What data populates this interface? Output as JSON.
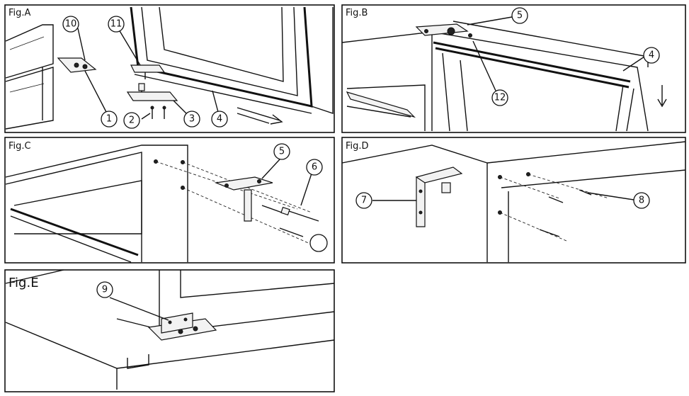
{
  "figures": {
    "a": {
      "label": "Fig.A",
      "callouts": [
        "10",
        "11",
        "1",
        "2",
        "3",
        "4"
      ]
    },
    "b": {
      "label": "Fig.B",
      "callouts": [
        "5",
        "4",
        "12"
      ]
    },
    "c": {
      "label": "Fig.C",
      "callouts": [
        "5",
        "6"
      ]
    },
    "d": {
      "label": "Fig.D",
      "callouts": [
        "7",
        "8"
      ]
    },
    "e": {
      "label": "Fig.E",
      "callouts": [
        "9"
      ]
    }
  }
}
